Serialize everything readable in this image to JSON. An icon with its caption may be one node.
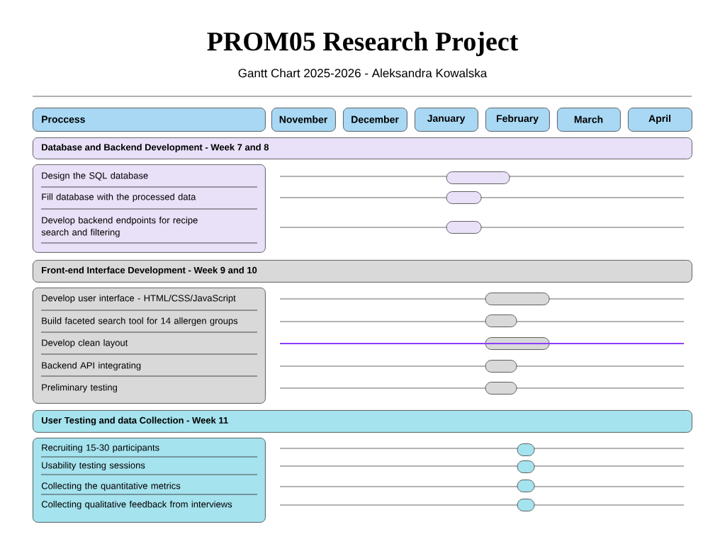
{
  "diagram": {
    "title": "PROM05 Research Project",
    "nodes": [
      {
        "text": [
          "Proccess"
        ]
      },
      {
        "text": [
          "November"
        ]
      },
      {
        "text": [
          "December"
        ]
      },
      {
        "text": [
          "January"
        ]
      },
      {
        "text": [
          "February"
        ]
      },
      {
        "text": [
          "March"
        ]
      },
      {
        "text": [
          "April"
        ]
      },
      {
        "text": [
          "Database and Backend Development - Week 7 and 8"
        ]
      },
      {
        "text": [
          "Design the SQL database",
          "Fill database with the processed data",
          "Develop backend endpoints for recipe search and filtering"
        ]
      },
      {
        "text": [
          "Front-end Interface Development - Week 9 and 10"
        ]
      },
      {
        "text": [
          "Develop user interface - HTML/CSS/JavaScript",
          "Build faceted search tool for 14 allergen groups",
          "Develop clean layout",
          "Backend API integrating",
          "Preliminary testing"
        ]
      },
      {
        "text": [
          "User Testing and data Collection - Week 11"
        ]
      },
      {
        "text": [
          "Recruiting 15-30 participants",
          "Usability testing sessions",
          "Collecting the quantitative metrics",
          "Collecting qualitative feedback from interviews"
        ]
      },
      {
        "text": [],
        "shape": "bar"
      },
      {
        "text": [],
        "shape": "bar"
      },
      {
        "text": [],
        "shape": "bar"
      },
      {
        "text": [],
        "shape": "bar"
      },
      {
        "text": [],
        "shape": "bar"
      },
      {
        "text": [],
        "shape": "bar"
      },
      {
        "text": [],
        "shape": "bar"
      },
      {
        "text": [],
        "shape": "bar"
      },
      {
        "text": [],
        "shape": "bar"
      },
      {
        "text": [],
        "shape": "bar"
      },
      {
        "text": [],
        "shape": "bar"
      },
      {
        "text": [],
        "shape": "bar"
      }
    ],
    "labels": [
      "Gantt Chart 2025-2026 - Aleksandra Kowalska"
    ]
  }
}
